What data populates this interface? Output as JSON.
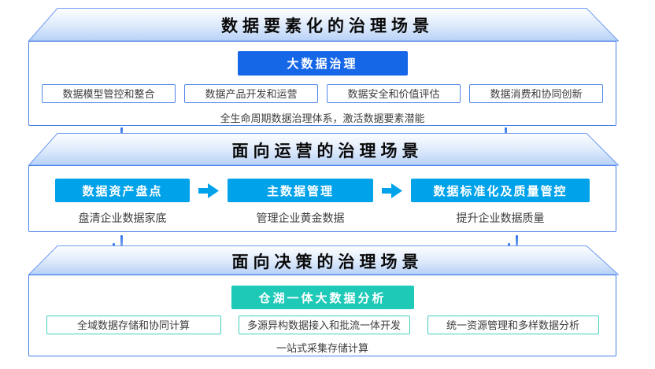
{
  "diagram": {
    "layers": [
      {
        "title": "数据要素化的治理场景",
        "pill": "大数据治理",
        "boxes": [
          "数据模型管控和整合",
          "数据产品开发和运营",
          "数据安全和价值评估",
          "数据消费和协同创新"
        ],
        "subtitle": "全生命周期数据治理体系，激活数据要素潜能"
      },
      {
        "title": "面向运营的治理场景",
        "steps": [
          {
            "pill": "数据资产盘点",
            "caption": "盘清企业数据家底"
          },
          {
            "pill": "主数据管理",
            "caption": "管理企业黄金数据"
          },
          {
            "pill": "数据标准化及质量管控",
            "caption": "提升企业数据质量"
          }
        ]
      },
      {
        "title": "面向决策的治理场景",
        "pill": "仓湖一体大数据分析",
        "boxes": [
          "全域数据存储和协同计算",
          "多源异构数据接入和批流一体开发",
          "统一资源管理和多样数据分析"
        ],
        "subtitle": "一站式采集存储计算"
      }
    ],
    "colors": {
      "primary_blue": "#1667E8",
      "cyan": "#00A2E9",
      "teal": "#1FC9B8",
      "body_border_blue": "#4A80E8",
      "box_border_blue": "#4F86EA",
      "box_border_teal": "#44CEC0",
      "trapezoid_gradient_top": "#FEFFFF",
      "trapezoid_gradient_bottom": "#B7D1F7",
      "trapezoid_stroke": "#6D9BF1",
      "title_text": "#0A0A0A",
      "body_text": "#3C3C3C"
    }
  }
}
